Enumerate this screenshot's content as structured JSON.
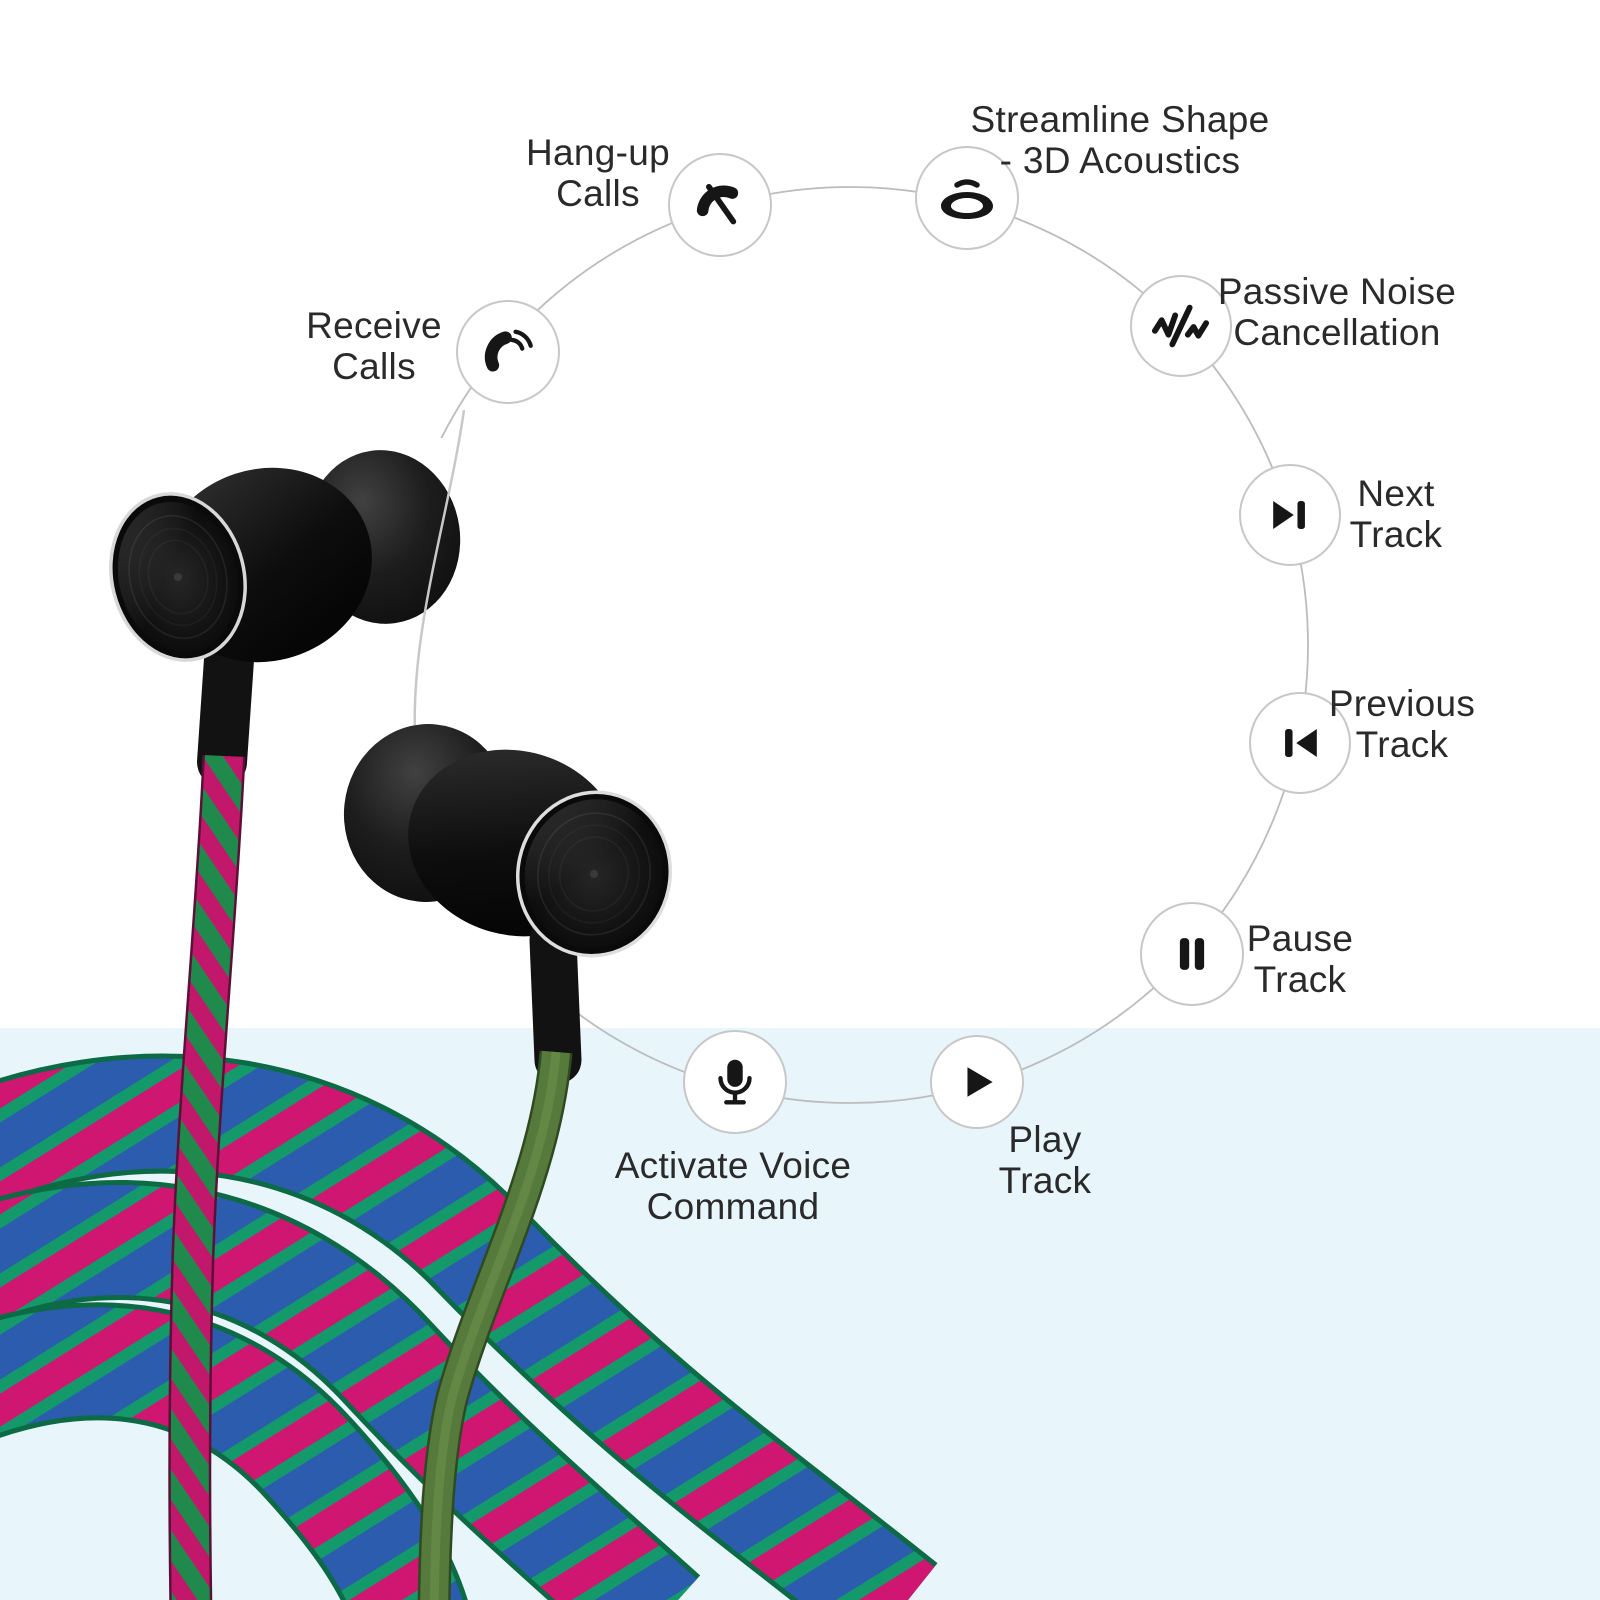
{
  "page": {
    "type": "product-feature-infographic",
    "subject": "braided-cable wired earphones with in-line controls"
  },
  "colors": {
    "background_top": "#ffffff",
    "background_bottom": "#e8f6fc",
    "ring_line": "#bcbcbc",
    "node_fill": "#ffffff",
    "node_border": "#c7c7c7",
    "icon": "#161616",
    "label_text": "#2a2a2a",
    "earbud_black": "#111111",
    "earbud_rim_silver": "#d8d8d8",
    "left_cable_pink": "#c2186b",
    "left_cable_green": "#1f8a4c",
    "right_cable_green": "#567a3b",
    "rope_green": "#14996a",
    "rope_pink": "#cf1670",
    "rope_blue": "#2b5cad"
  },
  "features": {
    "hangup": {
      "icon": "phone-hangup-icon",
      "lines": [
        "Hang-up",
        "Calls"
      ]
    },
    "acoustics": {
      "icon": "surround-sound-icon",
      "lines": [
        "Streamline Shape",
        "- 3D Acoustics"
      ]
    },
    "noise": {
      "icon": "noise-cancellation-icon",
      "lines": [
        "Passive Noise",
        "Cancellation"
      ]
    },
    "next": {
      "icon": "next-track-icon",
      "lines": [
        "Next",
        "Track"
      ]
    },
    "previous": {
      "icon": "previous-track-icon",
      "lines": [
        "Previous",
        "Track"
      ]
    },
    "pause": {
      "icon": "pause-icon",
      "lines": [
        "Pause",
        "Track"
      ]
    },
    "play": {
      "icon": "play-icon",
      "lines": [
        "Play",
        "Track"
      ]
    },
    "voice": {
      "icon": "microphone-icon",
      "lines": [
        "Activate Voice",
        "Command"
      ]
    },
    "receive": {
      "icon": "phone-receive-icon",
      "lines": [
        "Receive",
        "Calls"
      ]
    }
  }
}
